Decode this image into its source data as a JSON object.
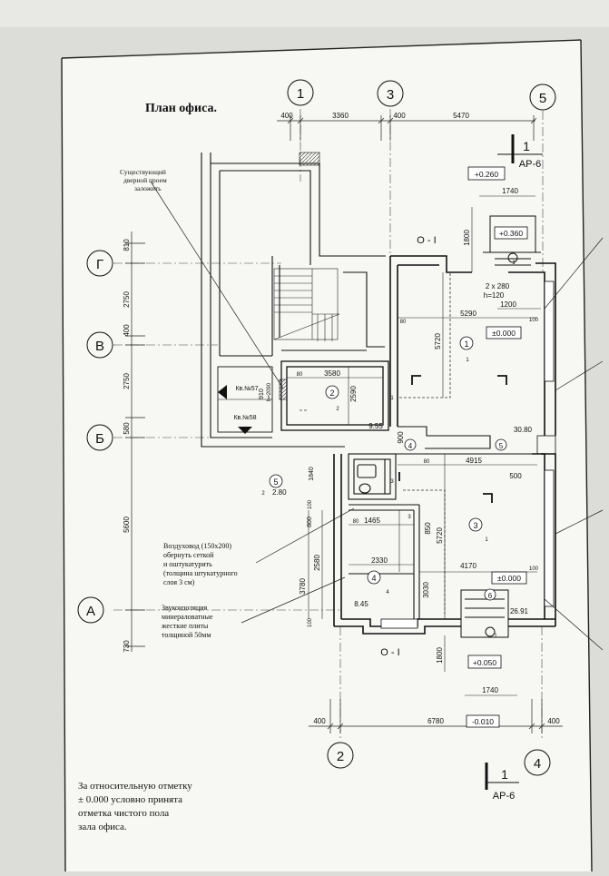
{
  "title": "План офиса.",
  "axes_top": [
    "1",
    "3",
    "5"
  ],
  "axes_bottom": [
    "2",
    "4"
  ],
  "axes_left": [
    "Г",
    "В",
    "Б",
    "А"
  ],
  "dims_top": [
    "400",
    "3360",
    "400",
    "5470"
  ],
  "dims_bottom": [
    "400",
    "6780",
    "400"
  ],
  "dims_left": [
    "810",
    "2750",
    "400",
    "2750",
    "580",
    "5600",
    "730"
  ],
  "section_mark": {
    "number": "1",
    "sheet": "АР-6"
  },
  "o_label": "О - I",
  "levels": {
    "entry_top": "+0.260",
    "porch_top": "+0.360",
    "room1": "±0.000",
    "room3": "±0.000",
    "porch_bottom": "+0.050",
    "bottom": "-0.010"
  },
  "rooms": {
    "r1": "1",
    "r2": "2",
    "r3": "3",
    "r4": "4",
    "r5": "5",
    "r6": "6",
    "c4": "4",
    "c5": "5",
    "area": "2.80"
  },
  "sub_labels": {
    "s1": "1",
    "s2": "1",
    "s3": "1",
    "s4": "1",
    "s5": "1",
    "s6": "2",
    "s7": "2",
    "s8": "3",
    "s9": "3",
    "s10": "4"
  },
  "notes": {
    "doorway": [
      "Существующий",
      "дверной проем",
      "заложить"
    ],
    "duct": [
      "Воздуховод (150х200)",
      "обернуть сеткой",
      "и оштукатурить",
      "(толщина штукатурного",
      "слоя 3 см)"
    ],
    "insulation": [
      "Звукоизоляция",
      "минераловатные",
      "жесткие плиты",
      "толщиной 50мм"
    ],
    "bottom": [
      "За относительную отметку",
      "± 0.000 условно принята",
      "отметка чистого пола",
      "зала офиса."
    ]
  },
  "flats": [
    "Кв.№57",
    "Кв.№58"
  ],
  "inner_dims": {
    "d1740t": "1740",
    "d1800t": "1800",
    "d2x280": "2 x 280",
    "h120": "h=120",
    "d1200": "1200",
    "d5290": "5290",
    "d5720a": "5720",
    "d3580": "3580",
    "d2590": "2590",
    "d910": "910",
    "d2090": "h=2090",
    "d955": "9.55",
    "d900": "900",
    "d3080": "30.80",
    "d4915": "4915",
    "d500": "500",
    "d1840": "1840",
    "d5720b": "5720",
    "d1465": "1465",
    "d850": "850",
    "d800": "800",
    "d3780": "3780",
    "d2580": "2580",
    "d2330": "2330",
    "d3030": "3030",
    "d4170": "4170",
    "d845": "8.45",
    "d2691": "26.91",
    "d1800b": "1800",
    "d1740b": "1740",
    "d80a": "80",
    "d80b": "80",
    "d100a": "100",
    "d100b": "100",
    "d100c": "100",
    "d80c": "80",
    "d80d": "80",
    "d100d": "100"
  }
}
